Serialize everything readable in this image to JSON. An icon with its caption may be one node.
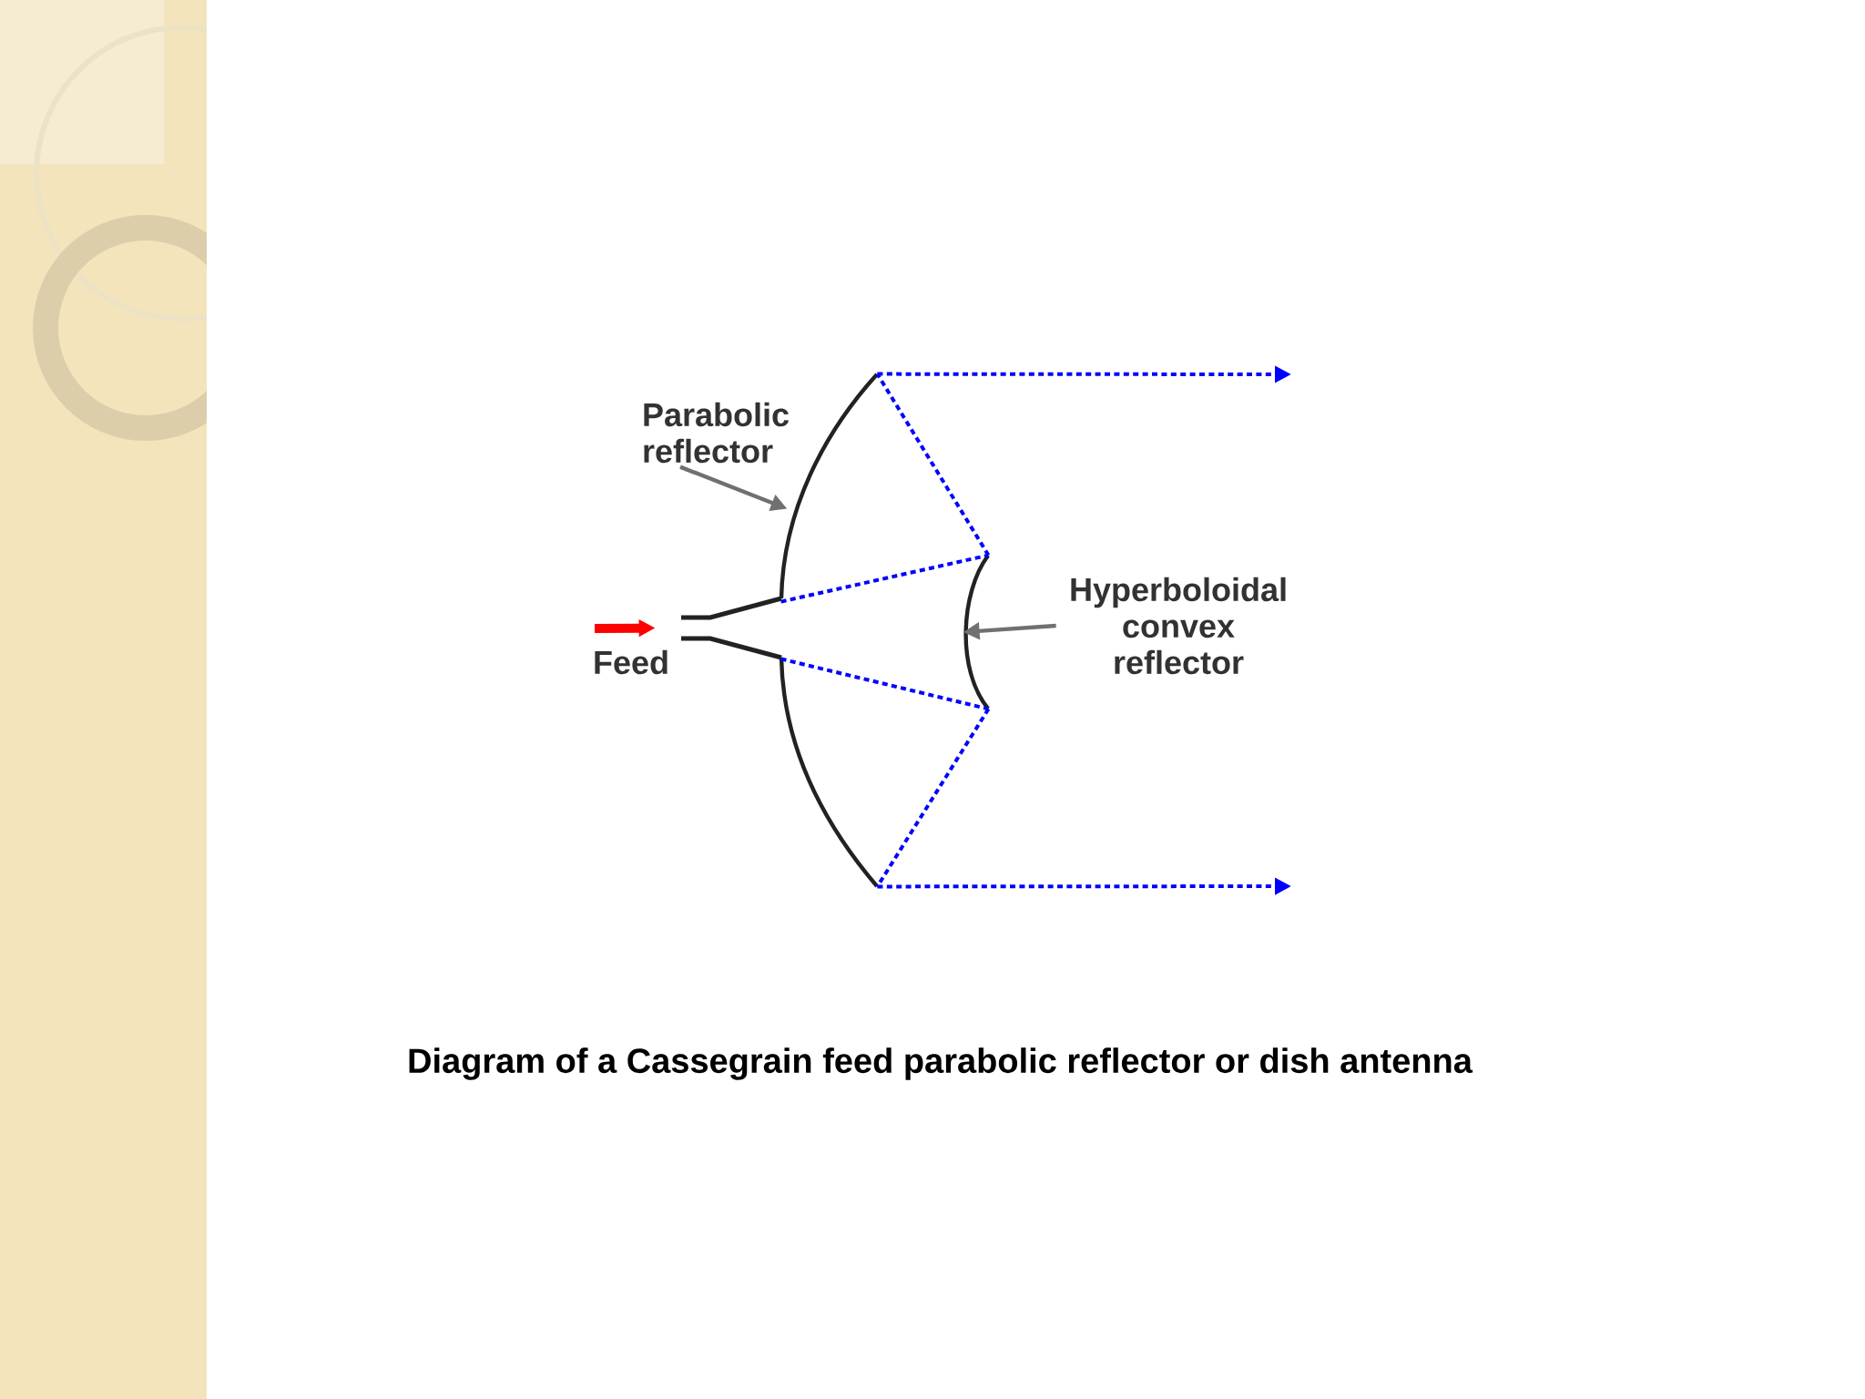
{
  "diagram": {
    "caption": "Diagram of a Cassegrain feed parabolic reflector or dish antenna",
    "nodes": [
      {
        "text": [
          "Parabolic reflector"
        ]
      },
      {
        "text": [],
        "shape": "arc"
      },
      {
        "text": [
          "Hyperboloidal convex reflector"
        ]
      },
      {
        "text": [],
        "shape": "arc"
      },
      {
        "text": [],
        "shape": "horn",
        "beside": [
          "Feed"
        ]
      }
    ],
    "edges": [
      {
        "from": 0,
        "to": 1,
        "arrow": "to",
        "color": "#707070"
      },
      {
        "from": 2,
        "to": 3,
        "arrow": "to",
        "color": "#707070"
      },
      {
        "from": null,
        "to": 4,
        "arrow": "to",
        "style": "thick",
        "color": "#ff0000"
      },
      {
        "from": 1,
        "to": 3,
        "arrow": "none",
        "style": "dashed",
        "color": "#0000ff"
      },
      {
        "from": 1,
        "to": 3,
        "arrow": "none",
        "style": "dashed",
        "color": "#0000ff"
      },
      {
        "from": 3,
        "to": 1,
        "arrow": "none",
        "style": "dashed",
        "color": "#0000ff"
      },
      {
        "from": 3,
        "to": 1,
        "arrow": "none",
        "style": "dashed",
        "color": "#0000ff"
      },
      {
        "from": 1,
        "to": null,
        "arrow": "to",
        "style": "dashed",
        "color": "#0000ff"
      },
      {
        "from": 1,
        "to": null,
        "arrow": "to",
        "style": "dashed",
        "color": "#0000ff"
      }
    ]
  }
}
